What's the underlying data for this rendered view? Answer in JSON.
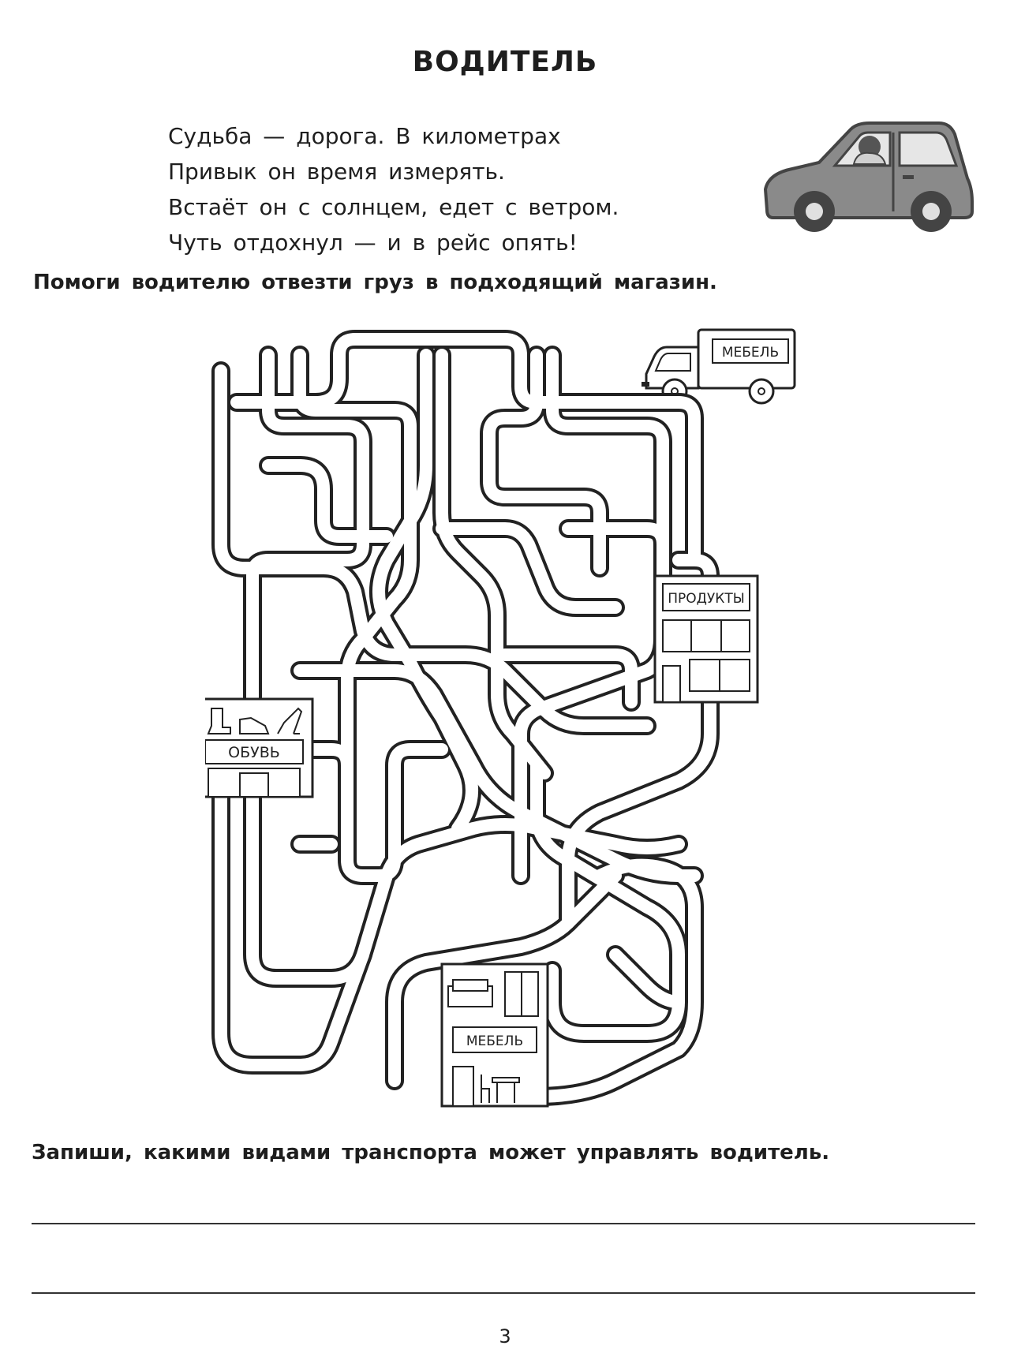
{
  "title": "ВОДИТЕЛЬ",
  "poem": [
    "Судьба — дорога. В километрах",
    "Привык он время измерять.",
    "Встаёт он с солнцем, едет с ветром.",
    "Чуть отдохнул — и в рейс опять!"
  ],
  "task1": "Помоги водителю отвезти груз в подходящий магазин.",
  "truck_sign": "МЕБЕЛЬ",
  "stores": {
    "groceries": "ПРОДУКТЫ",
    "shoes": "ОБУВЬ",
    "furniture": "МЕБЕЛЬ"
  },
  "task2": "Запиши, какими видами транспорта может управлять водитель.",
  "answer_lines": 2,
  "page_number": "3",
  "icons": [
    "car-icon",
    "truck-icon",
    "boot-icon",
    "sneaker-icon",
    "high-heel-icon",
    "armchair-icon",
    "wardrobe-icon",
    "table-icon",
    "chair-icon"
  ],
  "colors": {
    "ink": "#1e1e1e",
    "car_body": "#7a7a7a",
    "paper": "#ffffff"
  }
}
